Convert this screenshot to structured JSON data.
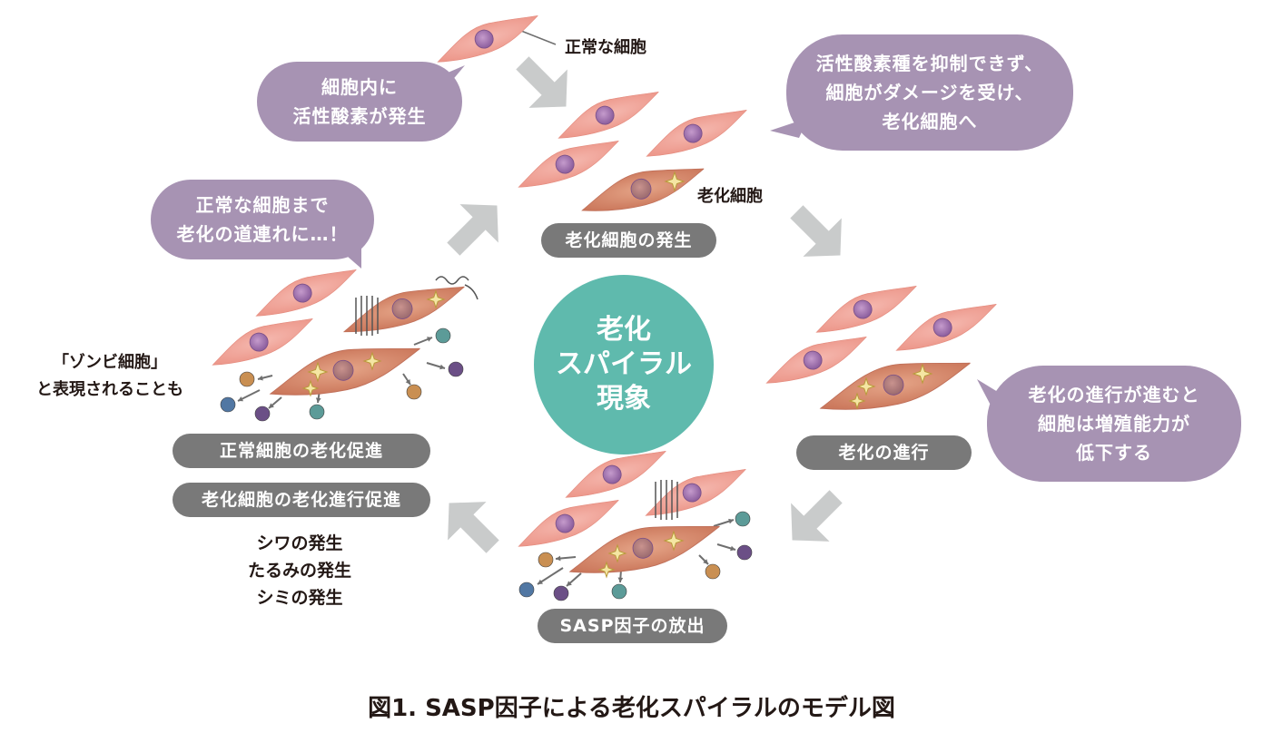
{
  "labels": {
    "normal_cell": "正常な細胞",
    "senescent_cell": "老化細胞",
    "zombie": [
      "「ゾンビ細胞」",
      "と表現されることも"
    ]
  },
  "bubbles": {
    "ros": [
      "細胞内に",
      "活性酸素が発生"
    ],
    "damage": [
      "活性酸素種を抑制できず、",
      "細胞がダメージを受け、",
      "老化細胞へ"
    ],
    "decline": [
      "老化の進行が進むと",
      "細胞は増殖能力が",
      "低下する"
    ],
    "drag": [
      "正常な細胞まで",
      "老化の道連れに…！"
    ]
  },
  "stages": {
    "occurrence": "老化細胞の発生",
    "progress": "老化の進行",
    "sasp": "SASP因子の放出",
    "promote_normal": "正常細胞の老化促進",
    "promote_senescent": "老化細胞の老化進行促進"
  },
  "center": [
    "老化",
    "スパイラル",
    "現象"
  ],
  "effects": [
    "シワの発生",
    "たるみの発生",
    "シミの発生"
  ],
  "caption": "図1. SASP因子による老化スパイラルのモデル図",
  "colors": {
    "bubble": "#a793b3",
    "pill": "#797979",
    "center": "#5fbaad",
    "arrow": "#c9cbcb",
    "cell": "#f1a9a0",
    "senescent_cell": "#d98a6f",
    "nucleus": "#9a6aa8"
  }
}
